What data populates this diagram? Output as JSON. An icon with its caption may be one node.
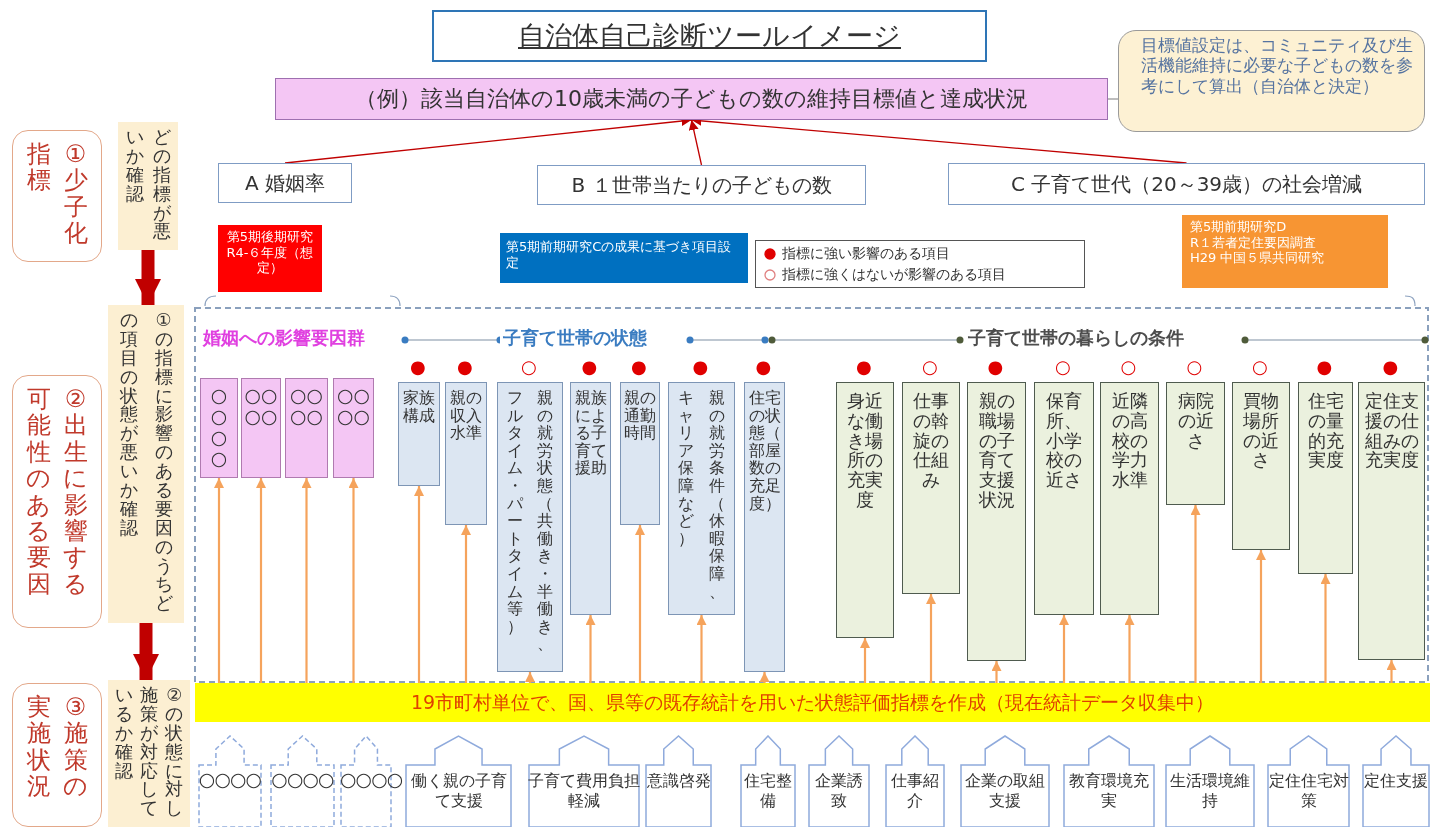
{
  "diagram": {
    "title": "自治体自己診断ツールイメージ",
    "nodes": [
      {
        "text": [
          "（例）該当自治体の10歳未満の子どもの数の維持目標値と達成状況"
        ]
      },
      {
        "text": [
          "目標値設定は、コミュニティ及び生活機能維持に必要な子どもの数を参考にして算出（自治体と決定）"
        ]
      },
      {
        "text": [
          "A 婚姻率"
        ]
      },
      {
        "text": [
          "B １世帯当たりの子どもの数"
        ]
      },
      {
        "text": [
          "C 子育て世代（20～39歳）の社会増減"
        ]
      },
      {
        "text": [
          "①少子化指標"
        ]
      },
      {
        "text": [
          "どの指標が悪いか確認"
        ]
      },
      {
        "text": [
          "第5期後期研究R4-６年度（想定）"
        ]
      },
      {
        "text": [
          "第5期前期研究Cの成果に基づき項目設定"
        ]
      },
      {
        "text": [
          "第5期前期研究D",
          "R１若者定住要因調査",
          "H29 中国５県共同研究"
        ]
      },
      {
        "text": [
          "②出生に影響する可能性のある要因"
        ]
      },
      {
        "text": [
          "①の指標に影響のある要因のうちどの項目の状態が悪いか確認"
        ]
      },
      {
        "text": [
          "○○○○"
        ]
      },
      {
        "text": [
          "○○○○"
        ]
      },
      {
        "text": [
          "○○○○"
        ]
      },
      {
        "text": [
          "○○○○"
        ]
      },
      {
        "text": [
          "家族構成"
        ],
        "beside": [
          "●"
        ]
      },
      {
        "text": [
          "親の収入水準"
        ],
        "beside": [
          "●"
        ]
      },
      {
        "text": [
          "親の就労状態（共働き・半働き、フルタイム・パートタイム等）"
        ],
        "beside": [
          "○"
        ]
      },
      {
        "text": [
          "親族による子育て援助"
        ],
        "beside": [
          "●"
        ]
      },
      {
        "text": [
          "親の通勤時間"
        ],
        "beside": [
          "●"
        ]
      },
      {
        "text": [
          "親の就労条件（休暇保障、キャリア保障など）"
        ],
        "beside": [
          "●"
        ]
      },
      {
        "text": [
          "住宅の状態（部屋数の充足度）"
        ],
        "beside": [
          "●"
        ]
      },
      {
        "text": [
          "身近な働き場所の充実度"
        ],
        "beside": [
          "●"
        ]
      },
      {
        "text": [
          "仕事の斡旋の仕組み"
        ],
        "beside": [
          "○"
        ]
      },
      {
        "text": [
          "親の職場の子育て支援状況"
        ],
        "beside": [
          "●"
        ]
      },
      {
        "text": [
          "保育所、小学校の近さ"
        ],
        "beside": [
          "○"
        ]
      },
      {
        "text": [
          "近隣の高校の学力水準"
        ],
        "beside": [
          "○"
        ]
      },
      {
        "text": [
          "病院の近さ"
        ],
        "beside": [
          "○"
        ]
      },
      {
        "text": [
          "買物場所の近さ"
        ],
        "beside": [
          "○"
        ]
      },
      {
        "text": [
          "住宅の量的充実度"
        ],
        "beside": [
          "●"
        ]
      },
      {
        "text": [
          "定住支援の仕組みの充実度"
        ],
        "beside": [
          "●"
        ]
      },
      {
        "text": [
          "③施策の実施状況"
        ]
      },
      {
        "text": [
          "②の状態に対し施策が対応しているか確認"
        ]
      },
      {
        "text": [
          "19市町村単位で、国、県等の既存統計を用いた状態評価指標を作成（現在統計データ収集中）"
        ]
      },
      {
        "text": [
          "○○○○"
        ]
      },
      {
        "text": [
          "○○○○"
        ]
      },
      {
        "text": [
          "○○○○"
        ]
      },
      {
        "text": [
          "働く親の子育て支援"
        ]
      },
      {
        "text": [
          "子育て費用負担軽減"
        ]
      },
      {
        "text": [
          "意識啓発"
        ]
      },
      {
        "text": [
          "住宅整備"
        ]
      },
      {
        "text": [
          "企業誘致"
        ]
      },
      {
        "text": [
          "仕事紹介"
        ]
      },
      {
        "text": [
          "企業の取組支援"
        ]
      },
      {
        "text": [
          "教育環境充実"
        ]
      },
      {
        "text": [
          "生活環境維持"
        ]
      },
      {
        "text": [
          "定住住宅対策"
        ]
      },
      {
        "text": [
          "定住支援"
        ]
      }
    ],
    "edges": [
      {
        "from": 1,
        "to": 0,
        "arrow": "none",
        "color": "#999999"
      },
      {
        "from": 2,
        "to": 0,
        "arrow": "to",
        "color": "#c00000"
      },
      {
        "from": 3,
        "to": 0,
        "arrow": "to",
        "color": "#c00000"
      },
      {
        "from": 4,
        "to": 0,
        "arrow": "to",
        "color": "#c00000"
      },
      {
        "from": 6,
        "to": 11,
        "arrow": "to",
        "style": "thick",
        "color": "#c00000"
      },
      {
        "from": 11,
        "to": 33,
        "arrow": "to",
        "style": "thick",
        "color": "#c00000"
      },
      {
        "from": 34,
        "to": 12,
        "arrow": "to"
      },
      {
        "from": 34,
        "to": 13,
        "arrow": "to"
      },
      {
        "from": 34,
        "to": 14,
        "arrow": "to"
      },
      {
        "from": 34,
        "to": 15,
        "arrow": "to"
      },
      {
        "from": 34,
        "to": 16,
        "arrow": "to"
      },
      {
        "from": 34,
        "to": 17,
        "arrow": "to"
      },
      {
        "from": 34,
        "to": 18,
        "arrow": "to"
      },
      {
        "from": 34,
        "to": 19,
        "arrow": "to"
      },
      {
        "from": 34,
        "to": 20,
        "arrow": "to"
      },
      {
        "from": 34,
        "to": 21,
        "arrow": "to"
      },
      {
        "from": 34,
        "to": 22,
        "arrow": "to"
      },
      {
        "from": 34,
        "to": 23,
        "arrow": "to"
      },
      {
        "from": 34,
        "to": 24,
        "arrow": "to"
      },
      {
        "from": 34,
        "to": 25,
        "arrow": "to"
      },
      {
        "from": 34,
        "to": 26,
        "arrow": "to"
      },
      {
        "from": 34,
        "to": 27,
        "arrow": "to"
      },
      {
        "from": 34,
        "to": 28,
        "arrow": "to"
      },
      {
        "from": 34,
        "to": 29,
        "arrow": "to"
      },
      {
        "from": 34,
        "to": 30,
        "arrow": "to"
      },
      {
        "from": 34,
        "to": 31,
        "arrow": "to"
      }
    ],
    "labels": [
      "婚姻への影響要因群",
      "子育て世帯の状態",
      "子育て世帯の暮らしの条件"
    ],
    "legend": [
      {
        "text": "指標に強い影響のある項目"
      },
      {
        "text": "指標に強くはないが影響のある項目"
      }
    ]
  }
}
